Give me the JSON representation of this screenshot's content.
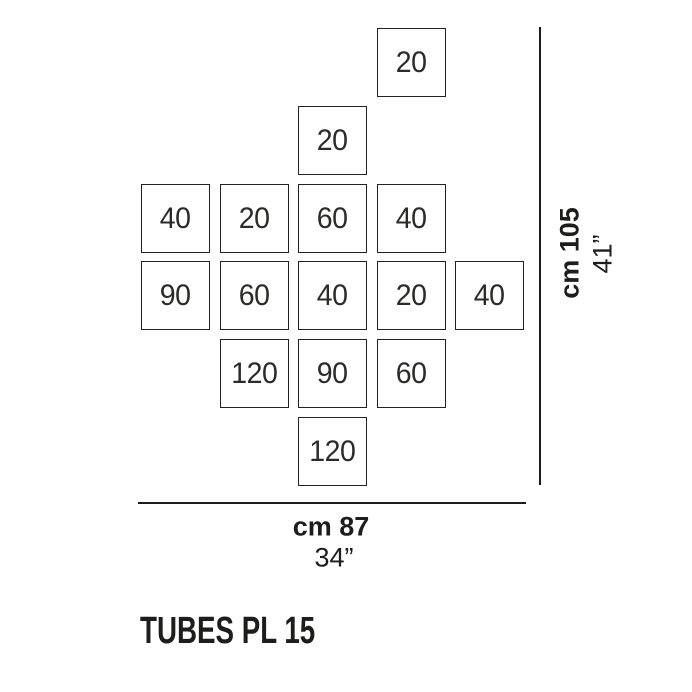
{
  "product": {
    "title": "TUBES PL 15"
  },
  "diagram": {
    "tubes": [
      {
        "row": 1,
        "col": 4,
        "label": "20"
      },
      {
        "row": 2,
        "col": 3,
        "label": "20"
      },
      {
        "row": 3,
        "col": 1,
        "label": "40"
      },
      {
        "row": 3,
        "col": 2,
        "label": "20"
      },
      {
        "row": 3,
        "col": 3,
        "label": "60"
      },
      {
        "row": 3,
        "col": 4,
        "label": "40"
      },
      {
        "row": 4,
        "col": 1,
        "label": "90"
      },
      {
        "row": 4,
        "col": 2,
        "label": "60"
      },
      {
        "row": 4,
        "col": 3,
        "label": "40"
      },
      {
        "row": 4,
        "col": 4,
        "label": "20"
      },
      {
        "row": 4,
        "col": 5,
        "label": "40"
      },
      {
        "row": 5,
        "col": 2,
        "label": "120"
      },
      {
        "row": 5,
        "col": 3,
        "label": "90"
      },
      {
        "row": 5,
        "col": 4,
        "label": "60"
      },
      {
        "row": 6,
        "col": 3,
        "label": "120"
      }
    ],
    "width_dim": {
      "cm": "cm 87",
      "inch": "34”"
    },
    "height_dim": {
      "cm": "cm 105",
      "inch": "41”"
    }
  },
  "colors": {
    "ink": "#1d1d1b",
    "background": "#ffffff"
  }
}
